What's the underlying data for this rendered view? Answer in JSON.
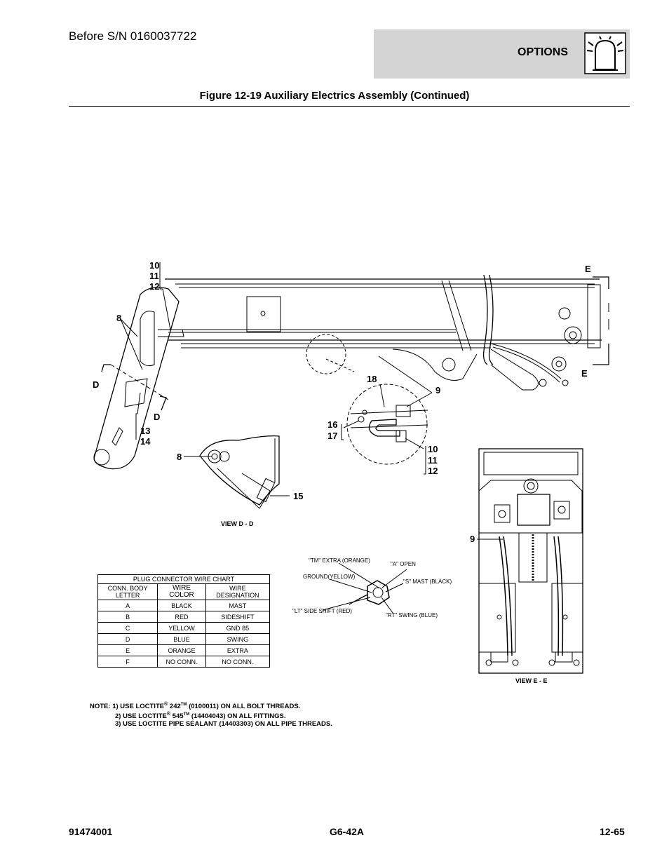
{
  "header": {
    "serial": "Before S/N 0160037722",
    "section": "OPTIONS",
    "section_icon": "warning-beacon-icon"
  },
  "figure": {
    "title": "Figure 12-19 Auxiliary Electrics Assembly (Continued)"
  },
  "callouts": {
    "c10a": "10",
    "c11a": "11",
    "c12a": "12",
    "c8a": "8",
    "cDa": "D",
    "cDb": "D",
    "c13": "13",
    "c14": "14",
    "cEa": "E",
    "cEb": "E",
    "c18": "18",
    "c9a": "9",
    "c16": "16",
    "c17": "17",
    "c10b": "10",
    "c11b": "11",
    "c12b": "12",
    "c8b": "8",
    "c15": "15",
    "c9b": "9"
  },
  "views": {
    "dd": "VIEW D - D",
    "ee": "VIEW E - E"
  },
  "connector_labels": {
    "tm": "\"TM\" EXTRA (ORANGE)",
    "a": "\"A\" OPEN",
    "ground": "GROUND(YELLOW)",
    "s": "\"S\" MAST (BLACK)",
    "lt": "\"LT\" SIDE SHIFT (RED)",
    "rt": "\"RT\" SWING (BLUE)"
  },
  "wire_chart": {
    "title": "PLUG CONNECTOR WIRE CHART",
    "headers": [
      "CONN. BODY\nLETTER",
      "WIRE\nCOLOR",
      "WIRE\nDESIGNATION"
    ],
    "rows": [
      [
        "A",
        "BLACK",
        "MAST"
      ],
      [
        "B",
        "RED",
        "SIDESHIFT"
      ],
      [
        "C",
        "YELLOW",
        "GND 85"
      ],
      [
        "D",
        "BLUE",
        "SWING"
      ],
      [
        "E",
        "ORANGE",
        "EXTRA"
      ],
      [
        "F",
        "NO CONN.",
        "NO CONN."
      ]
    ]
  },
  "notes": {
    "line1_a": "NOTE: 1) USE LOCTITE",
    "line1_b": " 242",
    "line1_c": " (0100011) ON ALL BOLT THREADS.",
    "line2_a": "2) USE LOCTITE",
    "line2_b": " 545",
    "line2_c": " (14404043) ON ALL FITTINGS.",
    "line3": "3) USE LOCTITE PIPE SEALANT (14403303) ON ALL PIPE THREADS.",
    "reg": "®",
    "tm": "TM"
  },
  "footer": {
    "part_number": "91474001",
    "model": "G6-42A",
    "page": "12-65"
  }
}
